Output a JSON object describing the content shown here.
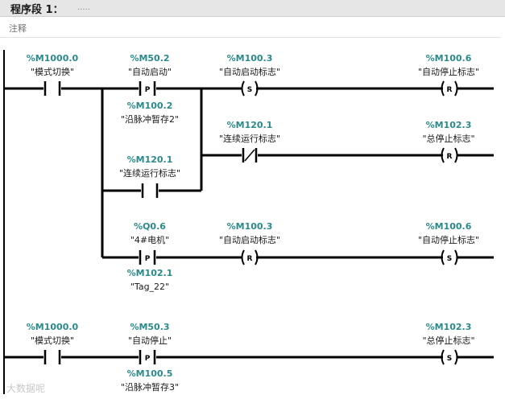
{
  "network": {
    "title": "程序段 1：",
    "title_comment": ".....",
    "comment_label": "注释"
  },
  "rung1": {
    "contact_mode": {
      "addr": "%M1000.0",
      "sym": "\"模式切换\""
    },
    "contact_auto_start": {
      "addr": "%M50.2",
      "sym": "\"自动启动\"",
      "type": "P"
    },
    "contact_auto_start_edge": {
      "addr": "%M100.2",
      "sym": "\"沿脉冲暂存2\""
    },
    "contact_cont_run": {
      "addr": "%M120.1",
      "sym": "\"连续运行标志\""
    },
    "coil_set_auto_start": {
      "addr": "%M100.3",
      "sym": "\"自动启动标志\"",
      "type": "S"
    },
    "coil_reset_auto_stop": {
      "addr": "%M100.6",
      "sym": "\"自动停止标志\"",
      "type": "R"
    },
    "contact_cont_run_nc": {
      "addr": "%M120.1",
      "sym": "\"连续运行标志\""
    },
    "coil_reset_total_stop": {
      "addr": "%M102.3",
      "sym": "\"总停止标志\"",
      "type": "R"
    },
    "contact_motor": {
      "addr": "%Q0.6",
      "sym": "\"4#电机\"",
      "type": "P"
    },
    "contact_motor_edge": {
      "addr": "%M102.1",
      "sym": "\"Tag_22\""
    },
    "coil_reset_auto_start": {
      "addr": "%M100.3",
      "sym": "\"自动启动标志\"",
      "type": "R"
    },
    "coil_set_auto_stop": {
      "addr": "%M100.6",
      "sym": "\"自动停止标志\"",
      "type": "S"
    }
  },
  "rung2": {
    "contact_mode": {
      "addr": "%M1000.0",
      "sym": "\"模式切换\""
    },
    "contact_auto_stop": {
      "addr": "%M50.3",
      "sym": "\"自动停止\"",
      "type": "P"
    },
    "contact_auto_stop_edge": {
      "addr": "%M100.5",
      "sym": "\"沿脉冲暂存3\""
    },
    "coil_set_total_stop": {
      "addr": "%M102.3",
      "sym": "\"总停止标志\"",
      "type": "S"
    }
  },
  "watermark": "大数据呢"
}
